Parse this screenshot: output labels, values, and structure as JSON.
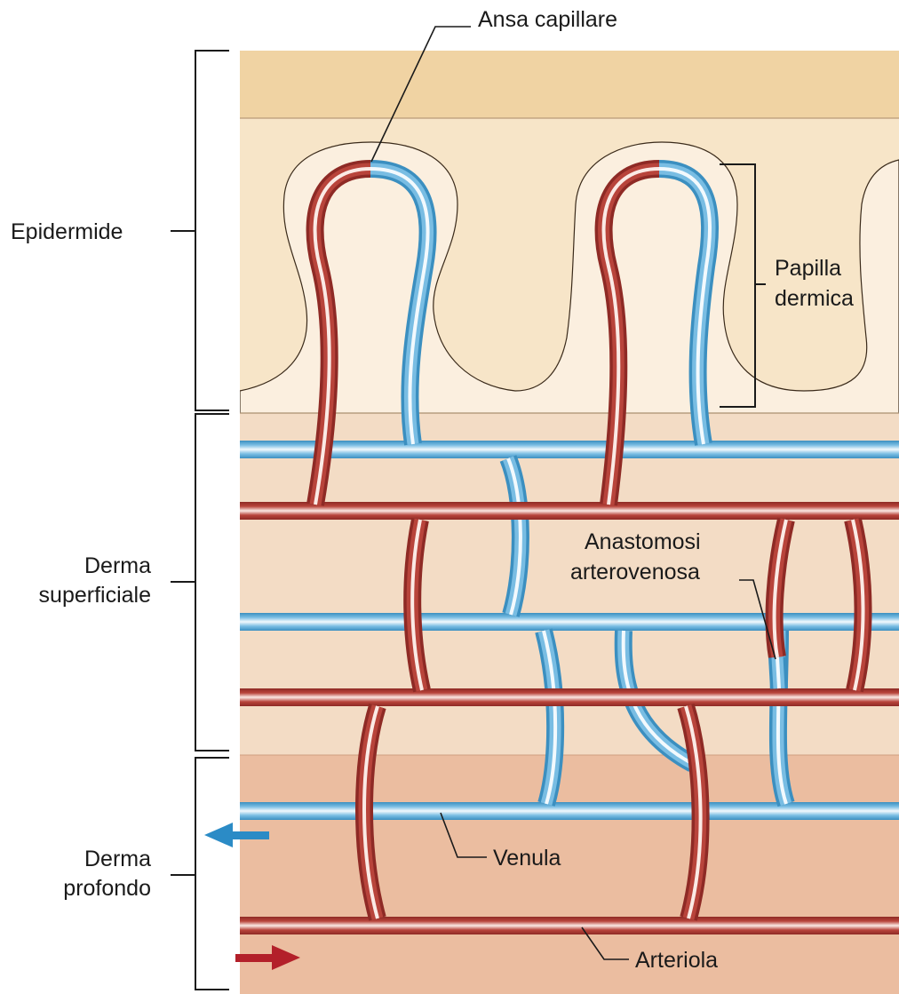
{
  "labels": {
    "ansa_capillare": "Ansa capillare",
    "epidermide": "Epidermide",
    "papilla_l1": "Papilla",
    "papilla_l2": "dermica",
    "derma_sup_l1": "Derma",
    "derma_sup_l2": "superficiale",
    "anastomosi_l1": "Anastomosi",
    "anastomosi_l2": "arterovenosa",
    "derma_prof_l1": "Derma",
    "derma_prof_l2": "profondo",
    "venula": "Venula",
    "arteriola": "Arteriola"
  },
  "colors": {
    "artery": "#a5352f",
    "vein": "#5aaad6",
    "epidermis_top": "#f0d3a3",
    "epidermis": "#f7e5c8",
    "papilla": "#fbefdf",
    "dermis_superficial": "#f3dcc5",
    "dermis_deep": "#ebbda0"
  },
  "icons": {
    "venous_flow_arrow": "arrow-left-icon",
    "arterial_flow_arrow": "arrow-right-icon"
  }
}
